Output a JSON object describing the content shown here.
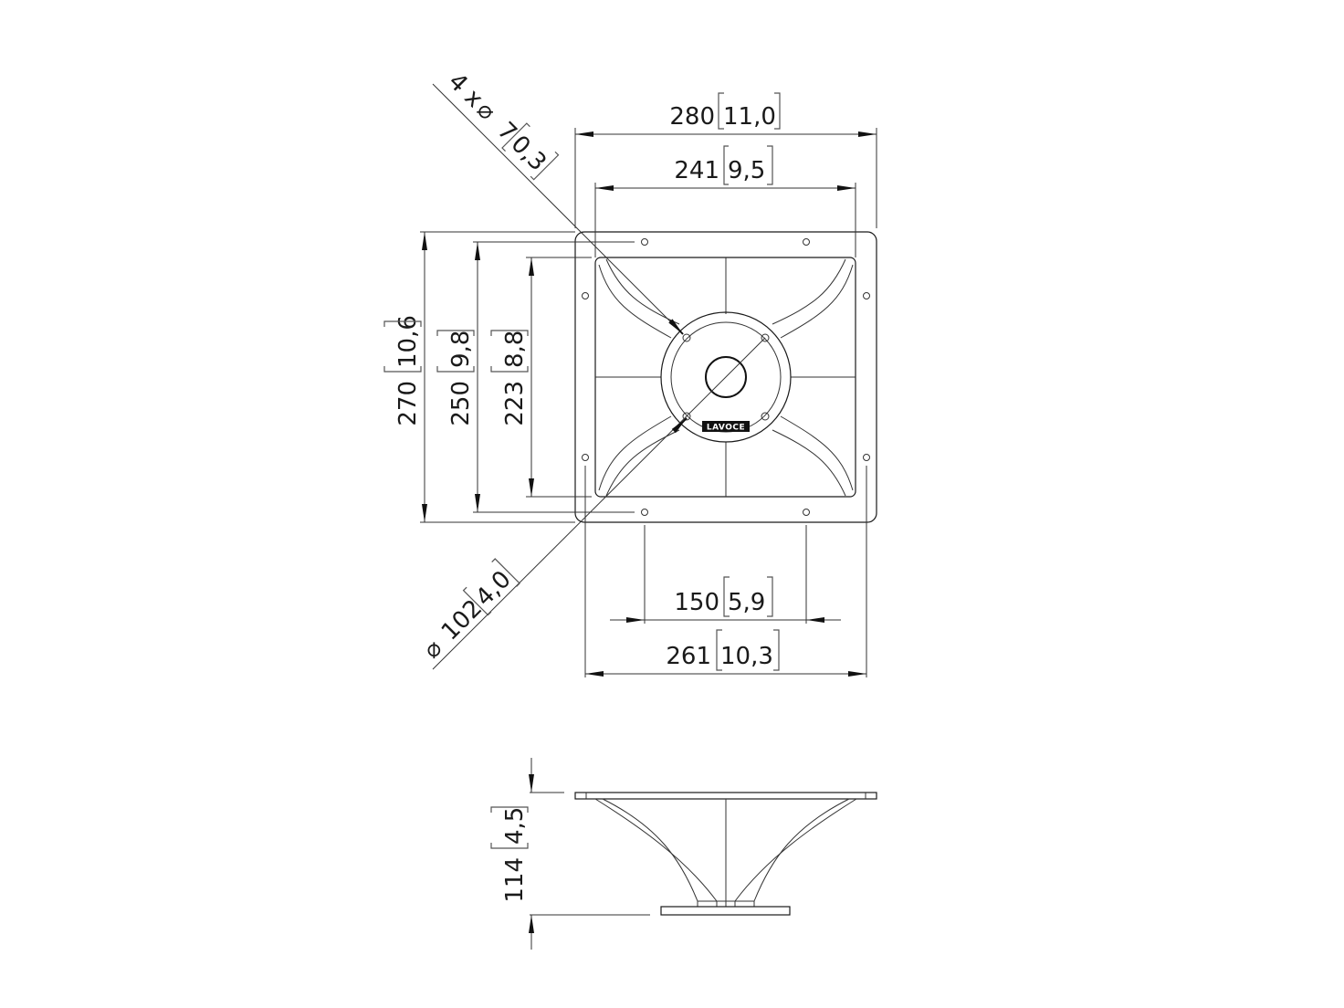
{
  "drawing": {
    "title": "Horn flange technical drawing",
    "line_color": "#1a1a1a",
    "background": "#ffffff"
  },
  "dimensions": {
    "overall_width": {
      "mm": "280",
      "in": "11,0"
    },
    "inner_width": {
      "mm": "241",
      "in": "9,5"
    },
    "overall_height": {
      "mm": "270",
      "in": "10,6"
    },
    "hole_spacing_vertical": {
      "mm": "250",
      "in": "9,8"
    },
    "inner_height": {
      "mm": "223",
      "in": "8,8"
    },
    "hole_spacing_horizontal": {
      "mm": "150",
      "in": "5,9"
    },
    "hole_spacing_outer": {
      "mm": "261",
      "in": "10,3"
    },
    "mounting_holes": {
      "prefix": "4 x",
      "symbol": "⌀",
      "mm": "7",
      "in": "0,3"
    },
    "bolt_circle": {
      "symbol": "⌀",
      "mm": "102",
      "in": "4,0"
    },
    "depth": {
      "mm": "114",
      "in": "4,5"
    }
  },
  "logo": {
    "text": "LAVOCE"
  }
}
